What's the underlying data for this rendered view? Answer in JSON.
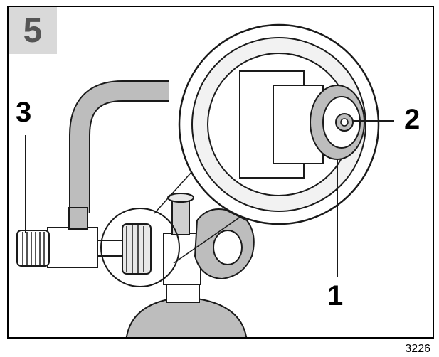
{
  "step": {
    "number": "5"
  },
  "callouts": [
    {
      "id": "callout-1",
      "text": "1"
    },
    {
      "id": "callout-2",
      "text": "2"
    },
    {
      "id": "callout-3",
      "text": "3"
    }
  ],
  "figure_id": "3226",
  "colors": {
    "line": "#1a1a1a",
    "grey_fill": "#bdbdbd",
    "light_fill": "#eeeeee",
    "step_bg": "#d9d9d9"
  }
}
